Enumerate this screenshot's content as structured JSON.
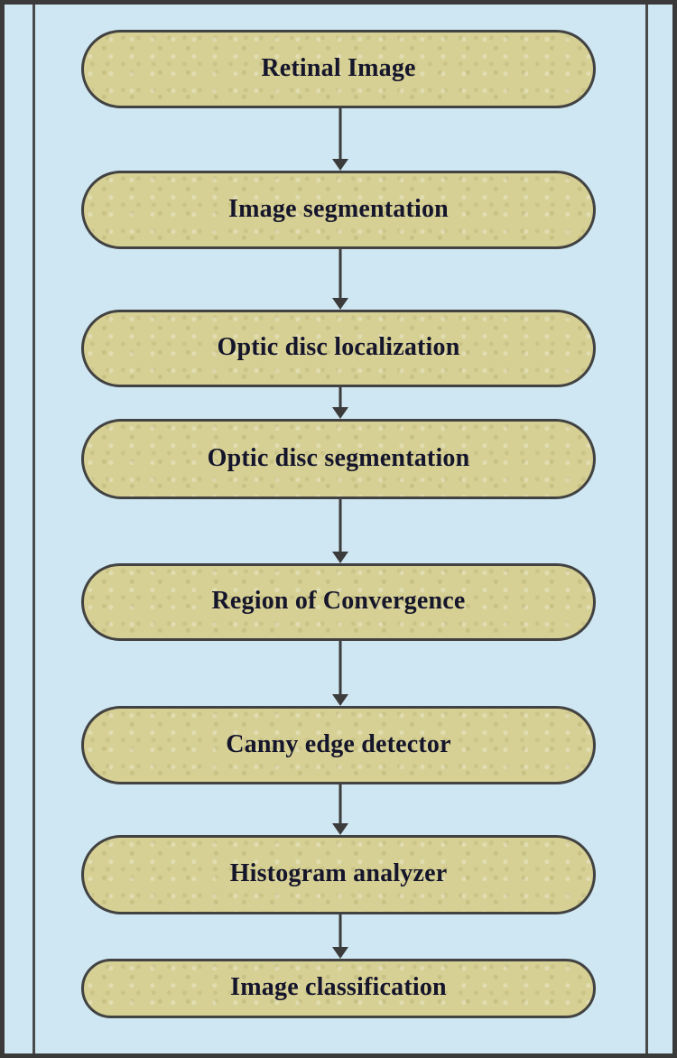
{
  "figure": {
    "type": "flowchart",
    "direction": "top-down",
    "steps": [
      {
        "id": "retinal-image",
        "label": "Retinal Image"
      },
      {
        "id": "image-segmentation",
        "label": "Image segmentation"
      },
      {
        "id": "optic-disc-localization",
        "label": "Optic disc localization"
      },
      {
        "id": "optic-disc-segmentation",
        "label": "Optic disc segmentation"
      },
      {
        "id": "region-of-convergence",
        "label": "Region of Convergence"
      },
      {
        "id": "canny-edge-detector",
        "label": "Canny edge detector"
      },
      {
        "id": "histogram-analyzer",
        "label": "Histogram analyzer"
      },
      {
        "id": "image-classification",
        "label": "Image classification"
      }
    ],
    "connections": [
      [
        "Retinal Image",
        "Image segmentation"
      ],
      [
        "Image segmentation",
        "Optic disc localization"
      ],
      [
        "Optic disc localization",
        "Optic disc segmentation"
      ],
      [
        "Optic disc segmentation",
        "Region of Convergence"
      ],
      [
        "Region of Convergence",
        "Canny edge detector"
      ],
      [
        "Canny edge detector",
        "Histogram analyzer"
      ],
      [
        "Histogram analyzer",
        "Image classification"
      ]
    ],
    "colors": {
      "canvas_background": "#cfe7f2",
      "node_fill": "#d6d094",
      "node_border": "#424242",
      "arrow": "#3b3b3b",
      "text": "#15152b",
      "frame_border": "#3a3a3a",
      "rule_line": "#4a4a4a"
    }
  }
}
